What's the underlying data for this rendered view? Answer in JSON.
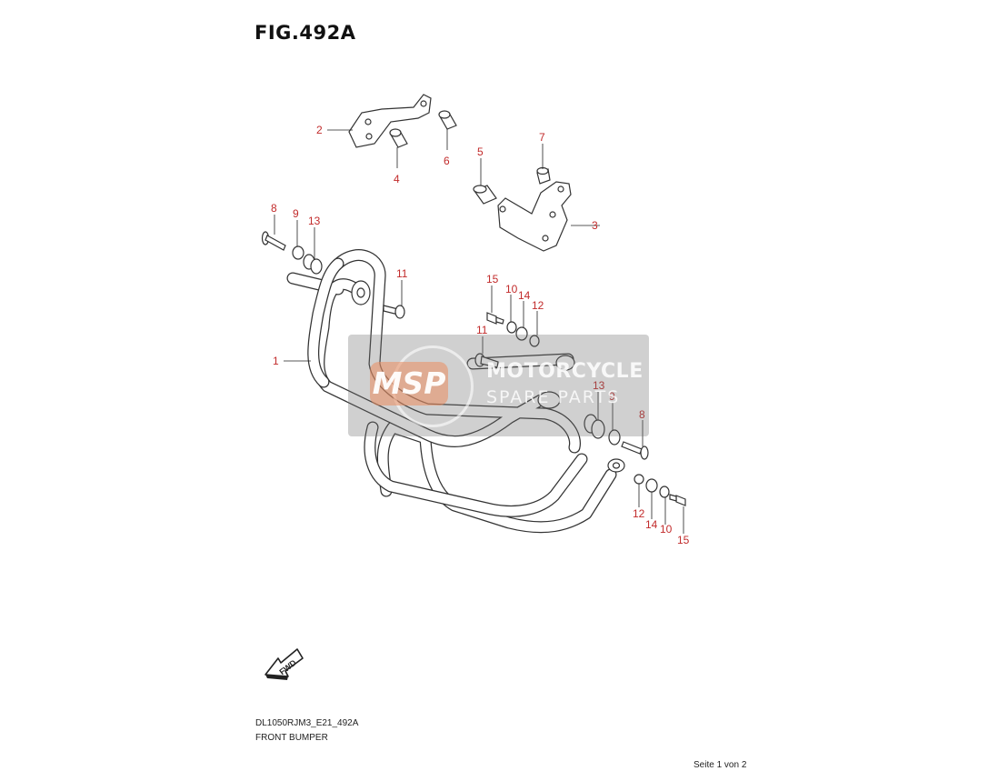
{
  "figure": {
    "title": "FIG.492A"
  },
  "callouts": {
    "c1": "1",
    "c2": "2",
    "c3": "3",
    "c4": "4",
    "c5": "5",
    "c6": "6",
    "c7": "7",
    "c8a": "8",
    "c8b": "8",
    "c9a": "9",
    "c9b": "9",
    "c10a": "10",
    "c10b": "10",
    "c11a": "11",
    "c11b": "11",
    "c12a": "12",
    "c12b": "12",
    "c13a": "13",
    "c13b": "13",
    "c14a": "14",
    "c14b": "14",
    "c15a": "15",
    "c15b": "15"
  },
  "fwd_arrow": {
    "label": "FWD"
  },
  "watermark": {
    "logo": "MSP",
    "line1": "MOTORCYCLE",
    "line2": "SPARE PARTS"
  },
  "footer": {
    "model_code": "DL1050RJM3_E21_492A",
    "section_name": "FRONT BUMPER",
    "page_info": "Seite 1 von 2"
  },
  "colors": {
    "callout": "#c22b2b",
    "line": "#333333",
    "background": "#ffffff"
  }
}
